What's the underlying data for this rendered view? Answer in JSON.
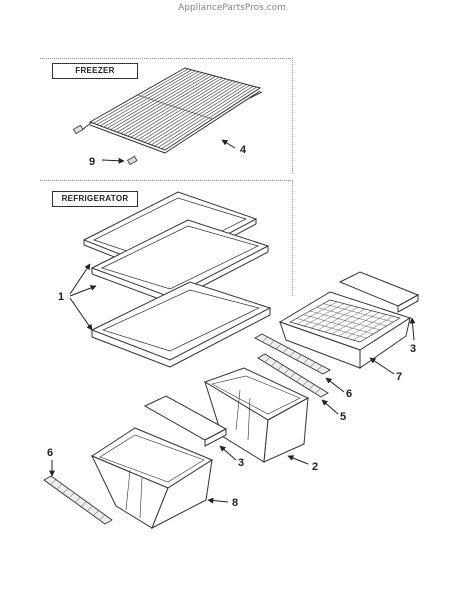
{
  "watermark": "AppliancePartsPros.com",
  "sections": {
    "freezer_label": "FREEZER",
    "refrigerator_label": "REFRIGERATOR"
  },
  "callouts": {
    "rack": "4",
    "rack_end": "9",
    "shelves": "1",
    "crisper_cover_right": "3",
    "deli_drawer": "7",
    "rail_upper": "6",
    "rail_lower": "5",
    "crisper_cover_center": "3",
    "crisper_center": "2",
    "rail_left": "6",
    "crisper_left": "8"
  }
}
